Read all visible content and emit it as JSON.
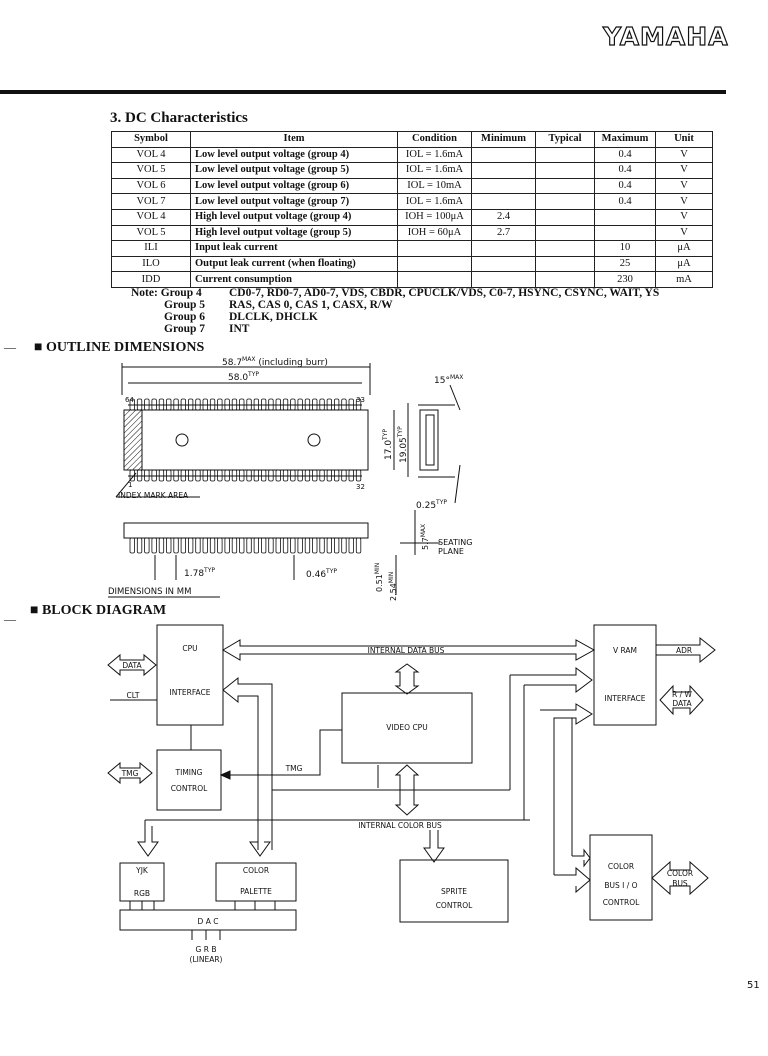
{
  "brand": "YAMAHA",
  "section3_title": "3. DC Characteristics",
  "dc_table": {
    "headers": [
      "Symbol",
      "Item",
      "Condition",
      "Minimum",
      "Typical",
      "Maximum",
      "Unit"
    ],
    "rows": [
      [
        "VOL 4",
        "Low level output voltage (group 4)",
        "IOL = 1.6mA",
        "",
        "",
        "0.4",
        "V"
      ],
      [
        "VOL 5",
        "Low level output voltage (group 5)",
        "IOL = 1.6mA",
        "",
        "",
        "0.4",
        "V"
      ],
      [
        "VOL 6",
        "Low level output voltage (group 6)",
        "IOL = 10mA",
        "",
        "",
        "0.4",
        "V"
      ],
      [
        "VOL 7",
        "Low level output voltage (group 7)",
        "IOL = 1.6mA",
        "",
        "",
        "0.4",
        "V"
      ],
      [
        "VOL 4",
        "High level output voltage (group 4)",
        "IOH = 100μA",
        "2.4",
        "",
        "",
        "V"
      ],
      [
        "VOL 5",
        "High level output voltage (group 5)",
        "IOH = 60μA",
        "2.7",
        "",
        "",
        "V"
      ],
      [
        "ILI",
        "Input leak current",
        "",
        "",
        "",
        "10",
        "μA"
      ],
      [
        "ILO",
        "Output leak current (when floating)",
        "",
        "",
        "",
        "25",
        "μA"
      ],
      [
        "IDD",
        "Current consumption",
        "",
        "",
        "",
        "230",
        "mA"
      ]
    ]
  },
  "notes": {
    "label": "Note:",
    "groups": [
      {
        "name": "Group 4",
        "pins": "CD0-7, RD0-7, AD0-7, VDS, CBDR, CPUCLK/VDS, C0-7, HSYNC, CSYNC, WAIT, YS"
      },
      {
        "name": "Group 5",
        "pins": "RAS, CAS 0, CAS 1, CASX, R/W"
      },
      {
        "name": "Group 6",
        "pins": "DLCLK, DHCLK"
      },
      {
        "name": "Group 7",
        "pins": "INT"
      }
    ]
  },
  "outline": {
    "title": "OUTLINE DIMENSIONS",
    "dim_total": "58.7",
    "dim_total_sup": "MAX",
    "dim_total_note": "(including burr)",
    "dim_body": "58.0",
    "dim_body_sup": "TYP",
    "pin64": "64",
    "pin33": "33",
    "pin1": "1",
    "pin32": "32",
    "width_inner": "17.0",
    "width_inner_sup": "TYP",
    "width_outer": "19.05",
    "width_outer_sup": "TYP",
    "angle": "15°",
    "angle_sup": "MAX",
    "index_mark": "INDEX MARK AREA",
    "lead_thick": "0.25",
    "lead_thick_sup": "TYP",
    "height": "5.7",
    "height_sup": "MAX",
    "seating_1": "SEATING",
    "seating_2": "PLANE",
    "pitch": "1.78",
    "pitch_sup": "TYP",
    "lead_w": "0.46",
    "lead_w_sup": "TYP",
    "standoff": "0.51",
    "standoff_sup": "MIN",
    "lead_len": "2.54",
    "lead_len_sup": "MIN",
    "units": "DIMENSIONS IN MM"
  },
  "block": {
    "title": "BLOCK DIAGRAM",
    "cpu": "CPU",
    "interface": "INTERFACE",
    "data": "DATA",
    "clt": "CLT",
    "internal_data_bus": "INTERNAL DATA BUS",
    "vram": "V   RAM",
    "vram_interface": "INTERFACE",
    "adr": "ADR",
    "rw": "R / W",
    "rw_data": "DATA",
    "video_cpu": "VIDEO CPU",
    "tmg": "TMG",
    "timing": "TIMING",
    "control": "CONTROL",
    "tmg_line": "TMG",
    "internal_color_bus": "INTERNAL COLOR BUS",
    "yjk": "YJK",
    "rgb": "RGB",
    "color": "COLOR",
    "palette": "PALETTE",
    "sprite": "SPRITE",
    "sprite_control": "CONTROL",
    "color_io": "COLOR",
    "bus_io": "BUS I / O",
    "io_control": "CONTROL",
    "color_bus": "COLOR",
    "color_bus_2": "BUS",
    "dac": "D   A   C",
    "grb": "G    R    B",
    "linear": "(LINEAR)"
  },
  "page_number": "51"
}
